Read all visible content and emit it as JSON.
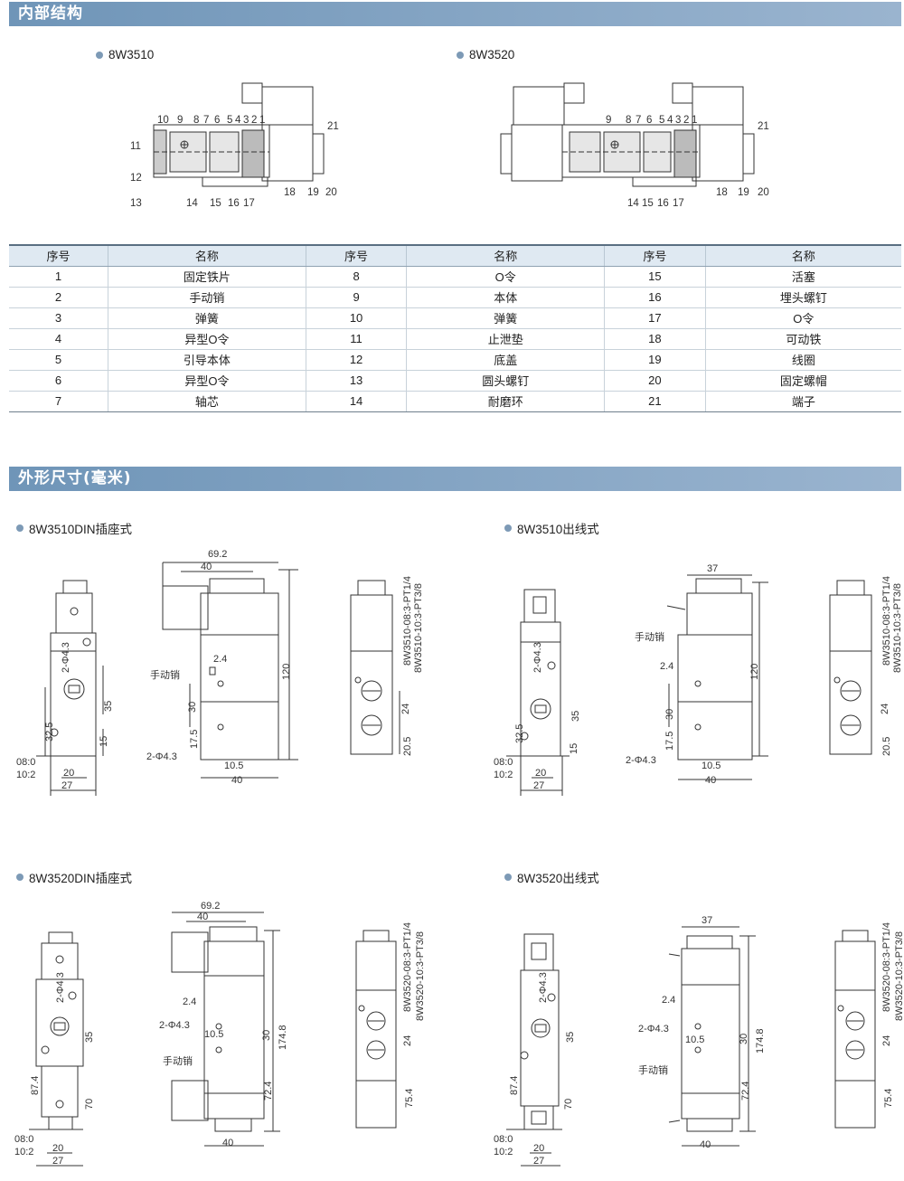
{
  "sections": {
    "internal": "内部结构",
    "external": "外形尺寸(毫米)"
  },
  "internal_models": [
    "8W3510",
    "8W3520"
  ],
  "part_callouts": {
    "m3510": [
      "10",
      "9",
      "8",
      "7",
      "6",
      "5",
      "4",
      "3",
      "2",
      "1",
      "11",
      "12",
      "13",
      "14",
      "15",
      "16",
      "17",
      "18",
      "19",
      "20",
      "21"
    ],
    "m3520": [
      "9",
      "8",
      "7",
      "6",
      "5",
      "4",
      "3",
      "2",
      "1",
      "14",
      "15",
      "16",
      "17",
      "18",
      "19",
      "20",
      "21"
    ]
  },
  "table": {
    "headers": [
      "序号",
      "名称",
      "序号",
      "名称",
      "序号",
      "名称"
    ],
    "rows": [
      [
        "1",
        "固定铁片",
        "8",
        "O令",
        "15",
        "活塞"
      ],
      [
        "2",
        "手动销",
        "9",
        "本体",
        "16",
        "埋头螺钉"
      ],
      [
        "3",
        "弹簧",
        "10",
        "弹簧",
        "17",
        "O令"
      ],
      [
        "4",
        "异型O令",
        "11",
        "止泄垫",
        "18",
        "可动铁"
      ],
      [
        "5",
        "引导本体",
        "12",
        "底盖",
        "19",
        "线圈"
      ],
      [
        "6",
        "异型O令",
        "13",
        "圆头螺钉",
        "20",
        "固定螺帽"
      ],
      [
        "7",
        "轴芯",
        "14",
        "耐磨环",
        "21",
        "端子"
      ]
    ]
  },
  "dim_views": [
    {
      "title": "8W3510DIN插座式",
      "front": {
        "hole": "2-Φ4.3",
        "d35": "35",
        "d32_5": "32.5",
        "d15": "15",
        "port1": "08:0",
        "port2": "10:2",
        "w20": "20",
        "w27": "27"
      },
      "side": {
        "d69_2": "69.2",
        "d40": "40",
        "d2_4": "2.4",
        "d120": "120",
        "manual": "手动销",
        "d30": "30",
        "d17_5": "17.5",
        "hole": "2-Φ4.3",
        "d10_5": "10.5",
        "w40": "40"
      },
      "end": {
        "port_a": "8W3510-08:3-PT1/4",
        "port_b": "8W3510-10:3-PT3/8",
        "d24": "24",
        "d20_5": "20.5"
      }
    },
    {
      "title": "8W3510出线式",
      "front": {
        "hole": "2-Φ4.3",
        "d35": "35",
        "d32_5": "32.5",
        "d15": "15",
        "port1": "08:0",
        "port2": "10:2",
        "w20": "20",
        "w27": "27"
      },
      "side": {
        "d37": "37",
        "manual": "手动销",
        "d2_4": "2.4",
        "d120": "120",
        "d30": "30",
        "d17_5": "17.5",
        "hole": "2-Φ4.3",
        "d10_5": "10.5",
        "w40": "40"
      },
      "end": {
        "port_a": "8W3510-08:3-PT1/4",
        "port_b": "8W3510-10:3-PT3/8",
        "d24": "24",
        "d20_5": "20.5"
      }
    },
    {
      "title": "8W3520DIN插座式",
      "front": {
        "hole": "2-Φ4.3",
        "d35": "35",
        "d87_4": "87.4",
        "d70": "70",
        "port1": "08:0",
        "port2": "10:2",
        "w20": "20",
        "w27": "27"
      },
      "side": {
        "d69_2": "69.2",
        "d40": "40",
        "d2_4": "2.4",
        "hole": "2-Φ4.3",
        "d10_5": "10.5",
        "d30": "30",
        "d174_8": "174.8",
        "manual": "手动销",
        "d72_4": "72.4",
        "w40": "40"
      },
      "end": {
        "port_a": "8W3520-08:3-PT1/4",
        "port_b": "8W3520-10:3-PT3/8",
        "d24": "24",
        "d75_4": "75.4"
      }
    },
    {
      "title": "8W3520出线式",
      "front": {
        "hole": "2-Φ4.3",
        "d35": "35",
        "d87_4": "87.4",
        "d70": "70",
        "port1": "08:0",
        "port2": "10:2",
        "w20": "20",
        "w27": "27"
      },
      "side": {
        "d37": "37",
        "d2_4": "2.4",
        "hole": "2-Φ4.3",
        "d10_5": "10.5",
        "d30": "30",
        "d174_8": "174.8",
        "manual": "手动销",
        "d72_4": "72.4",
        "w40": "40"
      },
      "end": {
        "port_a": "8W3520-08:3-PT1/4",
        "port_b": "8W3520-10:3-PT3/8",
        "d24": "24",
        "d75_4": "75.4"
      }
    }
  ],
  "colors": {
    "bar": "#7399bd",
    "bullet": "#7d9ab6",
    "header_bg": "#dfe9f2"
  }
}
